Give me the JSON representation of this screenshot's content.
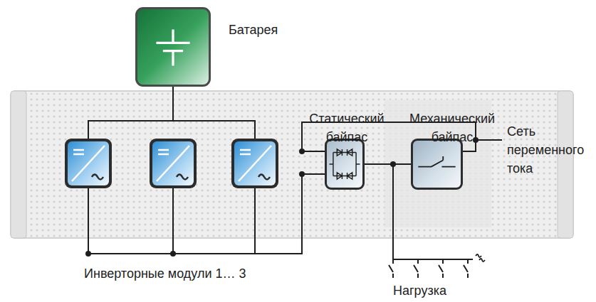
{
  "diagram": {
    "nodes": [
      {
        "text": [
          "Батарея"
        ]
      },
      {
        "text": [
          "Статический байпас"
        ]
      },
      {
        "text": [
          "Механический байпас"
        ]
      }
    ],
    "edges": [
      {
        "from": 1,
        "to": 2,
        "arrow": "none"
      }
    ],
    "labels": [
      "Сеть переменного тока",
      "Инверторные модули 1… 3",
      "Нагрузка"
    ]
  }
}
